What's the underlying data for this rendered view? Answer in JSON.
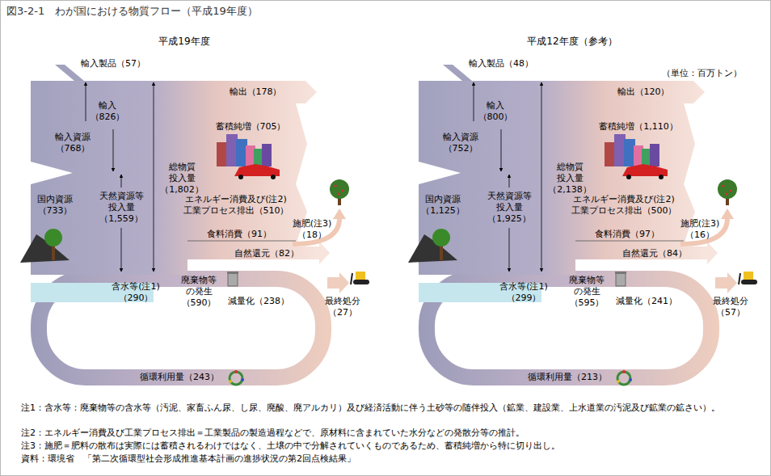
{
  "diagram": {
    "title": "図3-2-1　わが国における物質フロー（平成19年度）",
    "labels": [
      "平成19年度",
      "輸入製品（57）",
      "輸出（178）",
      "輸入 （826）",
      "輸入資源 （768）",
      "蓄積純増（705）",
      "総物質 投入量 （1,802）",
      "国内資源 （733）",
      "天然資源等 投入量 （1,559）",
      "エネルギー消費及び(注2) 工業プロセス排出（510）",
      "施肥(注3) （18）",
      "食料消費（91）",
      "自然還元（82）",
      "含水等(注1) （290）",
      "廃棄物等 の発生 （590）",
      "減量化（238）",
      "最終処分 （27）",
      "循環利用量（243）",
      "平成12年度（参考）",
      "（単位：百万トン）",
      "輸入製品（48）",
      "輸出（120）",
      "輸入 （800）",
      "輸入資源 （752）",
      "蓄積純増（1,110）",
      "総物質 投入量 （2,138）",
      "国内資源 （1,125）",
      "天然資源等 投入量 （1,925）",
      "エネルギー消費及び(注2) 工業プロセス排出（500）",
      "施肥(注3) （16）",
      "食料消費（97）",
      "自然還元（84）",
      "含水等(注1) （299）",
      "廃棄物等 の発生 （595）",
      "減量化（241）",
      "最終処分 （57）",
      "循環利用量（213）",
      "注1：含水等：廃棄物等の含水等（汚泥、家畜ふん尿、し尿、廃酸、廃アルカリ）及び経済活動に伴う土砂等の随伴投入（鉱業、建設業、上水道業の汚泥及び鉱業の鉱さい）。",
      "注2：エネルギー消費及び工業プロセス排出＝工業製品の製造過程などで、原材料に含まれていた水分などの発散分等の推計。",
      "注3：施肥＝肥料の散布は実際には蓄積されるわけではなく、土壌の中で分解されていくものであるため、蓄積純増から特に切り出し。",
      "資料：環境省　「第二次循環型社会形成推進基本計画の進捗状況の第2回点検結果」"
    ]
  }
}
